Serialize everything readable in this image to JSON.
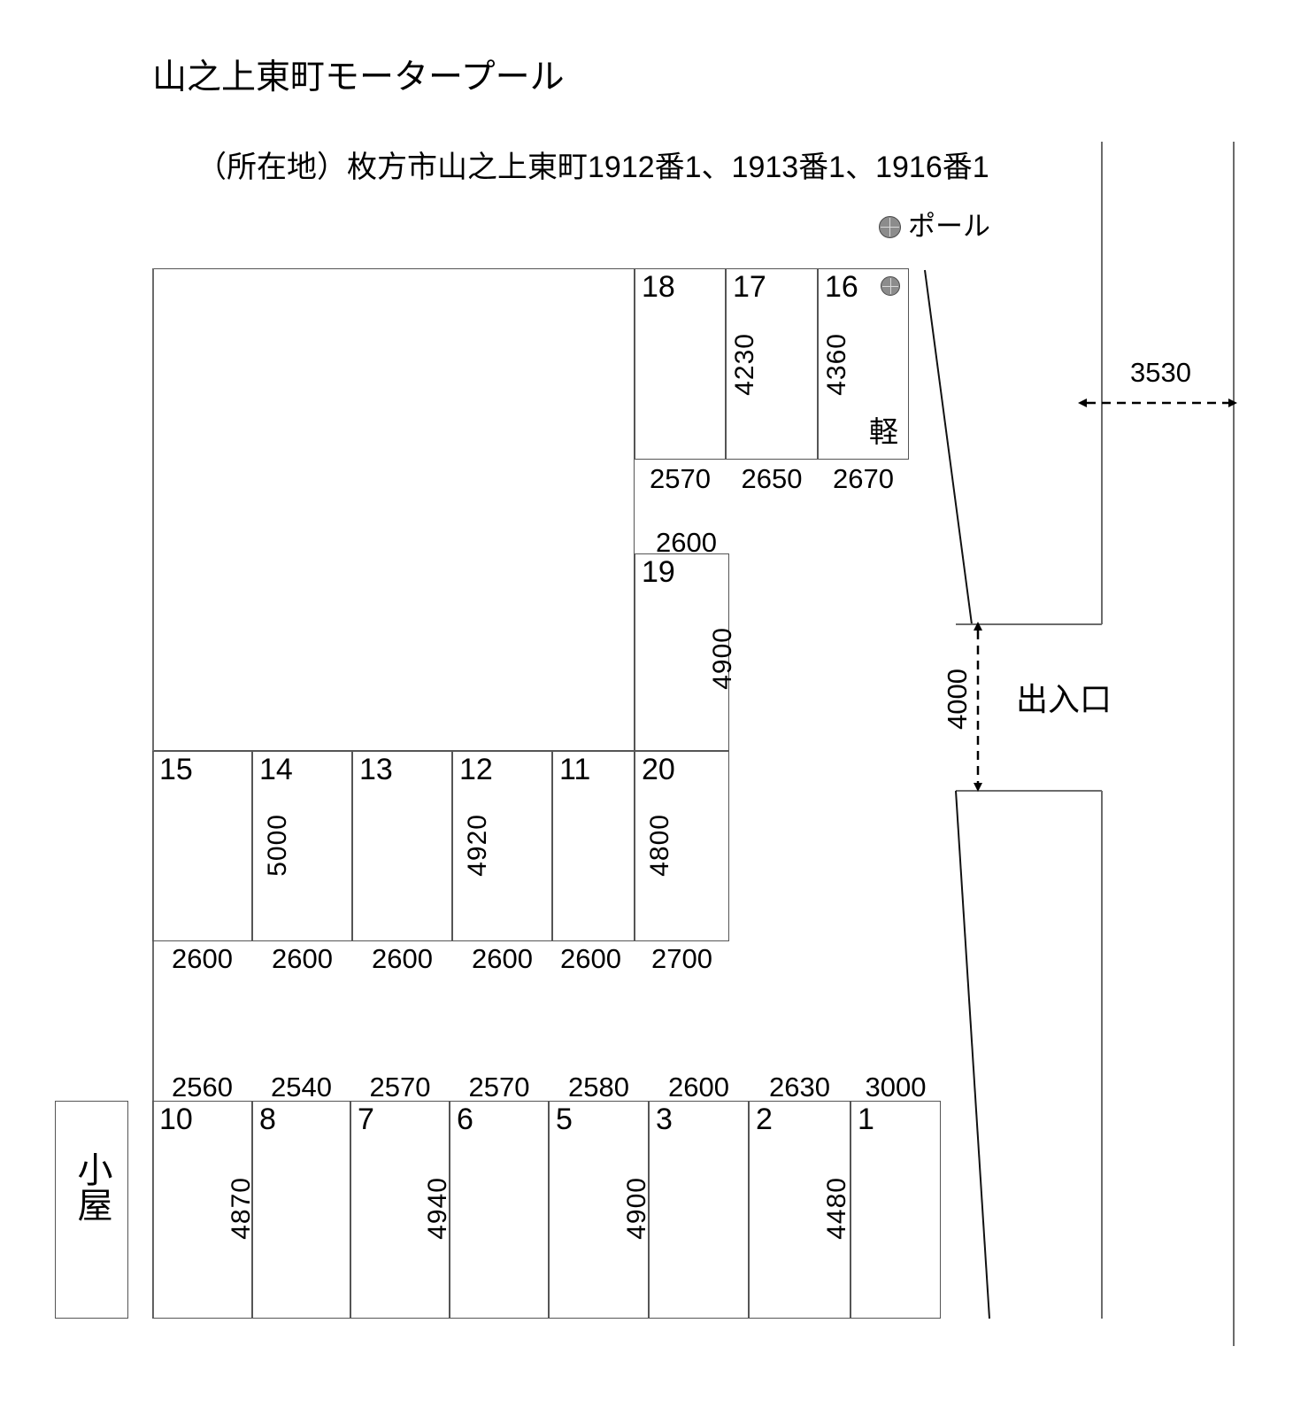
{
  "header": {
    "title": "山之上東町モータープール",
    "subtitle": "（所在地）枚方市山之上東町1912番1、1913番1、1916番1"
  },
  "legend": {
    "pole_label": "ポール",
    "pole_icon": "pole-icon"
  },
  "site": {
    "entrance_label": "出入口",
    "shed_label": "小屋",
    "kei_label": "軽"
  },
  "dimensions": {
    "right_offset": "3530",
    "entrance_width": "4000"
  },
  "top_row": {
    "spaces": [
      {
        "number": "18",
        "width": "2570",
        "depth": ""
      },
      {
        "number": "17",
        "width": "2650",
        "depth": "4230"
      },
      {
        "number": "16",
        "width": "2670",
        "depth": "4360"
      }
    ]
  },
  "space_19": {
    "number": "19",
    "width": "2600",
    "depth": "4900"
  },
  "middle_row": {
    "spaces": [
      {
        "number": "15",
        "width": "2600",
        "depth": ""
      },
      {
        "number": "14",
        "width": "2600",
        "depth": "5000"
      },
      {
        "number": "13",
        "width": "2600",
        "depth": ""
      },
      {
        "number": "12",
        "width": "2600",
        "depth": "4920"
      },
      {
        "number": "11",
        "width": "2600",
        "depth": ""
      },
      {
        "number": "20",
        "width": "2700",
        "depth": "4800"
      }
    ]
  },
  "bottom_row": {
    "spaces": [
      {
        "number": "10",
        "width": "2560",
        "depth": ""
      },
      {
        "number": "8",
        "width": "2540",
        "depth": "4870"
      },
      {
        "number": "7",
        "width": "2570",
        "depth": ""
      },
      {
        "number": "6",
        "width": "2570",
        "depth": "4940"
      },
      {
        "number": "5",
        "width": "2580",
        "depth": ""
      },
      {
        "number": "3",
        "width": "2600",
        "depth": "4900"
      },
      {
        "number": "2",
        "width": "2630",
        "depth": ""
      },
      {
        "number": "1",
        "width": "3000",
        "depth": "4480"
      }
    ]
  }
}
